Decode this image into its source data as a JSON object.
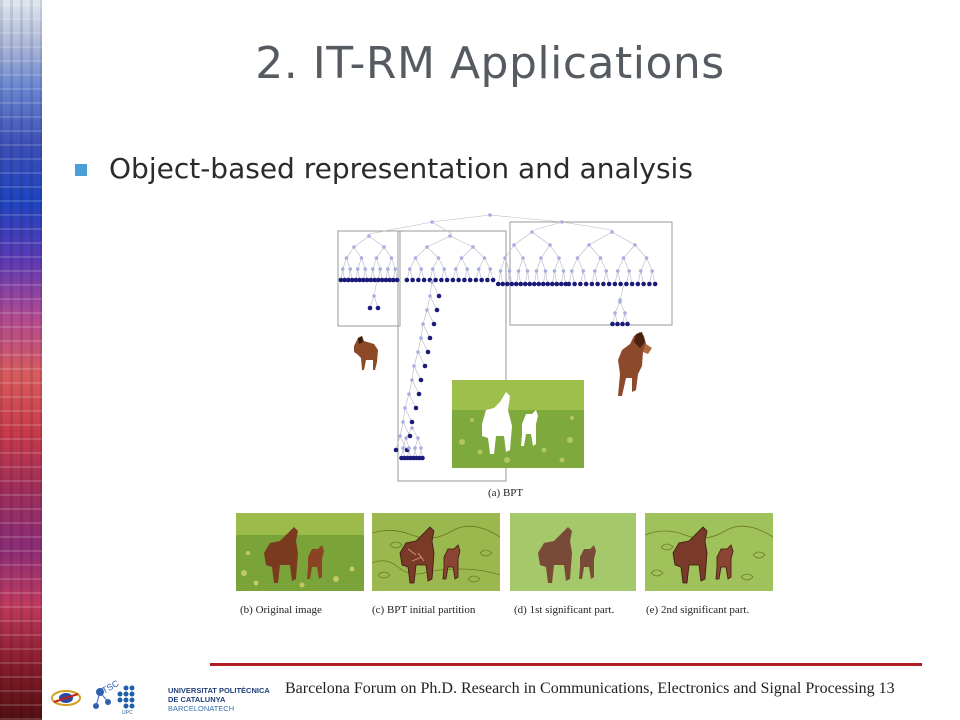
{
  "slide": {
    "title": "2. IT-RM Applications",
    "bullet": "Object-based representation and analysis",
    "figure": {
      "captions": {
        "a": "(a) BPT",
        "b": "(b) Original image",
        "c": "(c) BPT initial partition",
        "d": "(d) 1st significant part.",
        "e": "(e) 2nd significant part."
      }
    },
    "footer": {
      "text": "Barcelona Forum on Ph.D. Research in Communications, Electronics and Signal Processing",
      "page_number": "13"
    },
    "logos": {
      "upc_line1": "UNIVERSITAT POLITÈCNICA",
      "upc_line2": "DE CATALUNYA",
      "upc_line3": "BARCELONATECH"
    },
    "colors": {
      "accent_bullet": "#4a9fd6",
      "footer_line": "#b01e23",
      "title": "#555b60",
      "tree_leaf": "#1a1a7a",
      "tree_node": "#a8aee0"
    }
  }
}
